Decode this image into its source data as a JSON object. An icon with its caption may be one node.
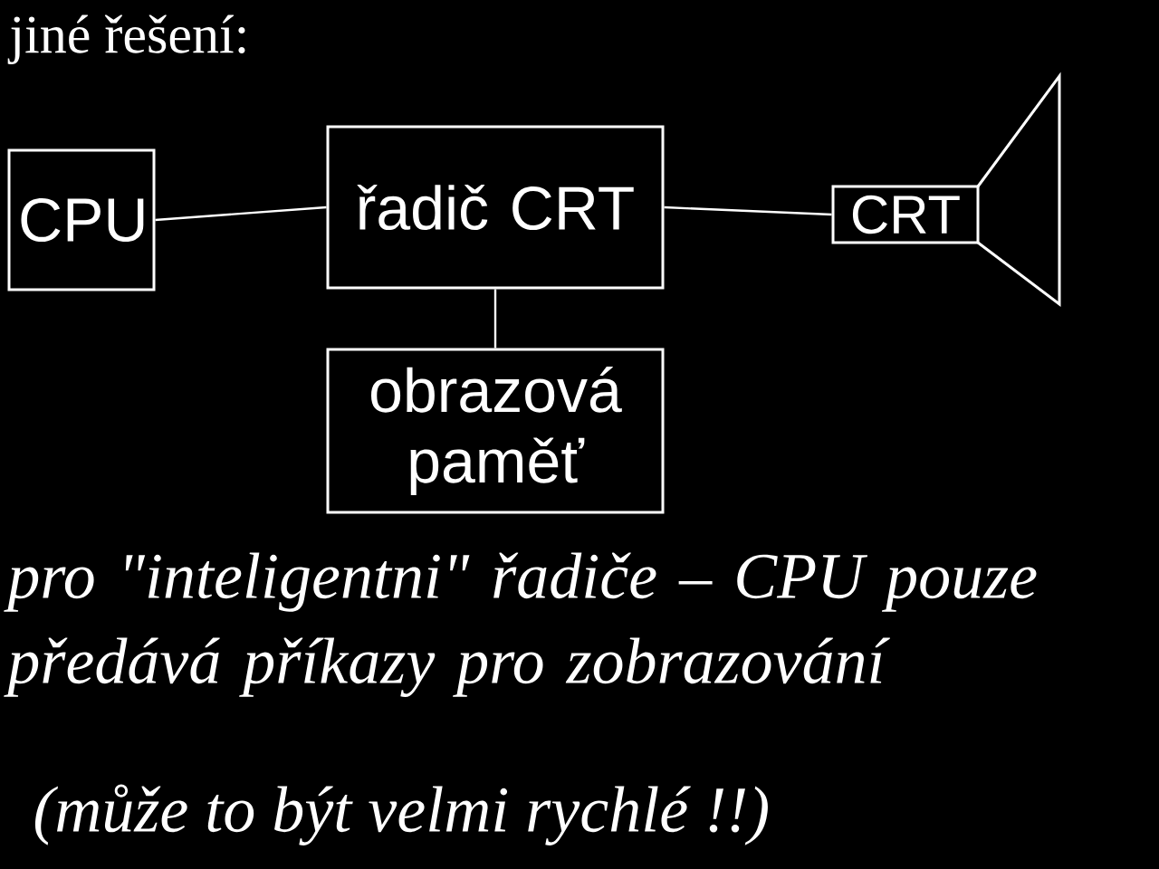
{
  "diagram": {
    "title": "jiné řešení:",
    "nodes": [
      {
        "text": [
          "CPU"
        ]
      },
      {
        "text": [
          "řadič CRT"
        ]
      },
      {
        "text": [
          "obrazová paměť"
        ]
      },
      {
        "text": [
          "CRT"
        ]
      }
    ],
    "edges": [
      {
        "from": 0,
        "to": 1,
        "arrow": "none"
      },
      {
        "from": 1,
        "to": 3,
        "arrow": "none"
      },
      {
        "from": 1,
        "to": 2,
        "arrow": "none"
      }
    ],
    "caption": "pro \"inteligentni\" řadiče – CPU pouze předává příkazy pro zobrazování",
    "labels": [
      "(může to být velmi rychlé !!)"
    ]
  }
}
